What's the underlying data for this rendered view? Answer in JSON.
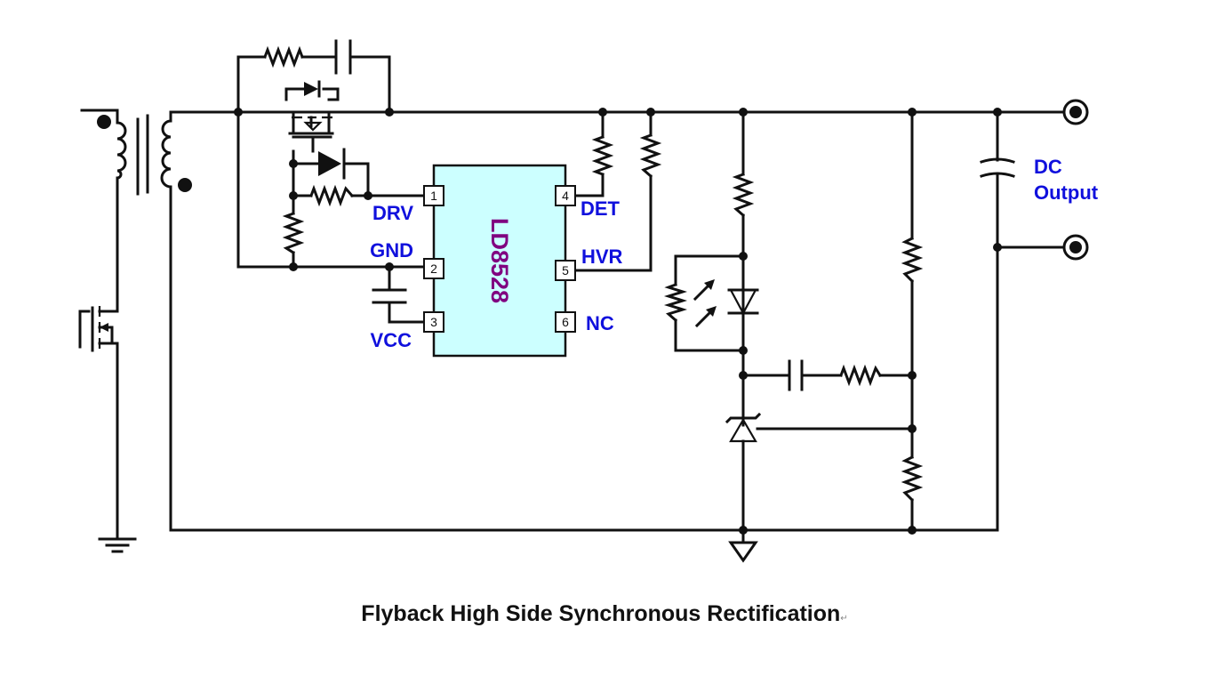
{
  "colors": {
    "label": "#1010dd",
    "chip_fill": "#ccffff",
    "chip_text": "#800080",
    "wire": "#111111"
  },
  "ic": {
    "part": "LD8528",
    "pins": [
      {
        "num": "1",
        "name": "DRV"
      },
      {
        "num": "2",
        "name": "GND"
      },
      {
        "num": "3",
        "name": "VCC"
      },
      {
        "num": "4",
        "name": "DET"
      },
      {
        "num": "5",
        "name": "HVR"
      },
      {
        "num": "6",
        "name": "NC"
      }
    ]
  },
  "output": {
    "line1": "DC",
    "line2": "Output"
  },
  "caption": {
    "text": "Flyback High Side Synchronous Rectification",
    "mark": "↵"
  }
}
